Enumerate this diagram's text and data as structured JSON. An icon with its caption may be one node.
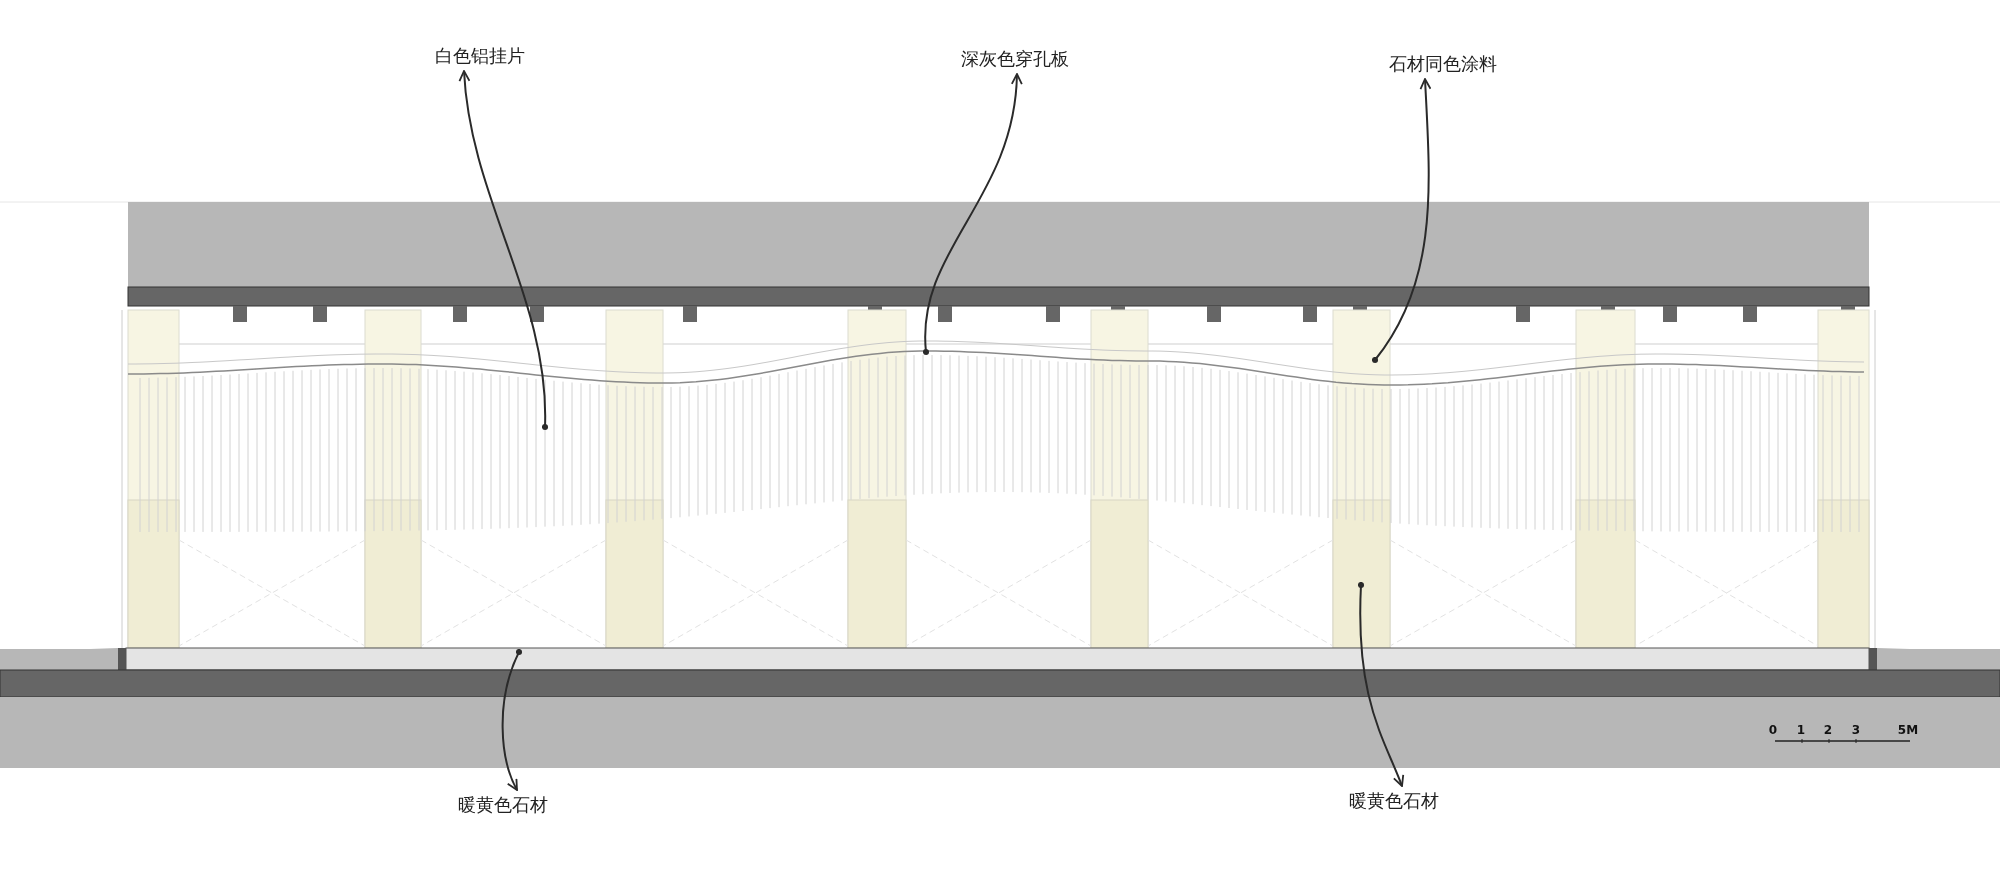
{
  "diagram": {
    "nodes": [
      {
        "text": [
          "白色铝挂片"
        ]
      },
      {
        "text": [
          "深灰色穿孔板"
        ]
      },
      {
        "text": [
          "石材同色涂料"
        ]
      },
      {
        "text": [
          "暖黄色石材"
        ]
      },
      {
        "text": [
          "暖黄色石材"
        ]
      }
    ],
    "edges": [
      {
        "from": null,
        "to": 0,
        "arrow": "to"
      },
      {
        "from": null,
        "to": 1,
        "arrow": "to"
      },
      {
        "from": null,
        "to": 2,
        "arrow": "to"
      },
      {
        "from": null,
        "to": 3,
        "arrow": "to"
      },
      {
        "from": null,
        "to": 4,
        "arrow": "to"
      }
    ],
    "labels": [
      "0",
      "1",
      "2",
      "3",
      "5M"
    ]
  }
}
